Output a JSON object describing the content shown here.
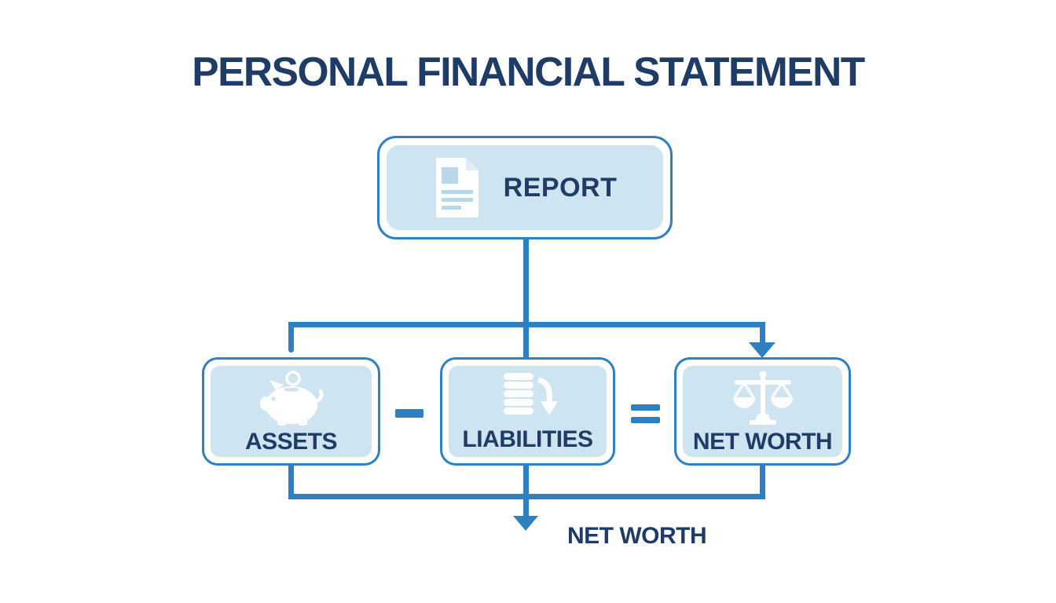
{
  "title": "PERSONAL FINANCIAL STATEMENT",
  "diagram": {
    "report": {
      "label": "REPORT",
      "icon": "document-icon"
    },
    "assets": {
      "label": "ASSETS",
      "icon": "piggy-bank-icon"
    },
    "liabilities": {
      "label": "LIABILITIES",
      "icon": "coin-stack-debt-icon"
    },
    "net_worth": {
      "label": "NET WORTH",
      "icon": "balance-scale-icon"
    },
    "operators": {
      "minus": "−",
      "equals": "="
    },
    "result": {
      "label": "NET WORTH"
    }
  },
  "colors": {
    "background": "#ffffff",
    "accent_blue": "#2e80c1",
    "panel_fill": "#cfe4f1",
    "navy_text": "#1e3c66",
    "icon_white": "#ffffff"
  }
}
